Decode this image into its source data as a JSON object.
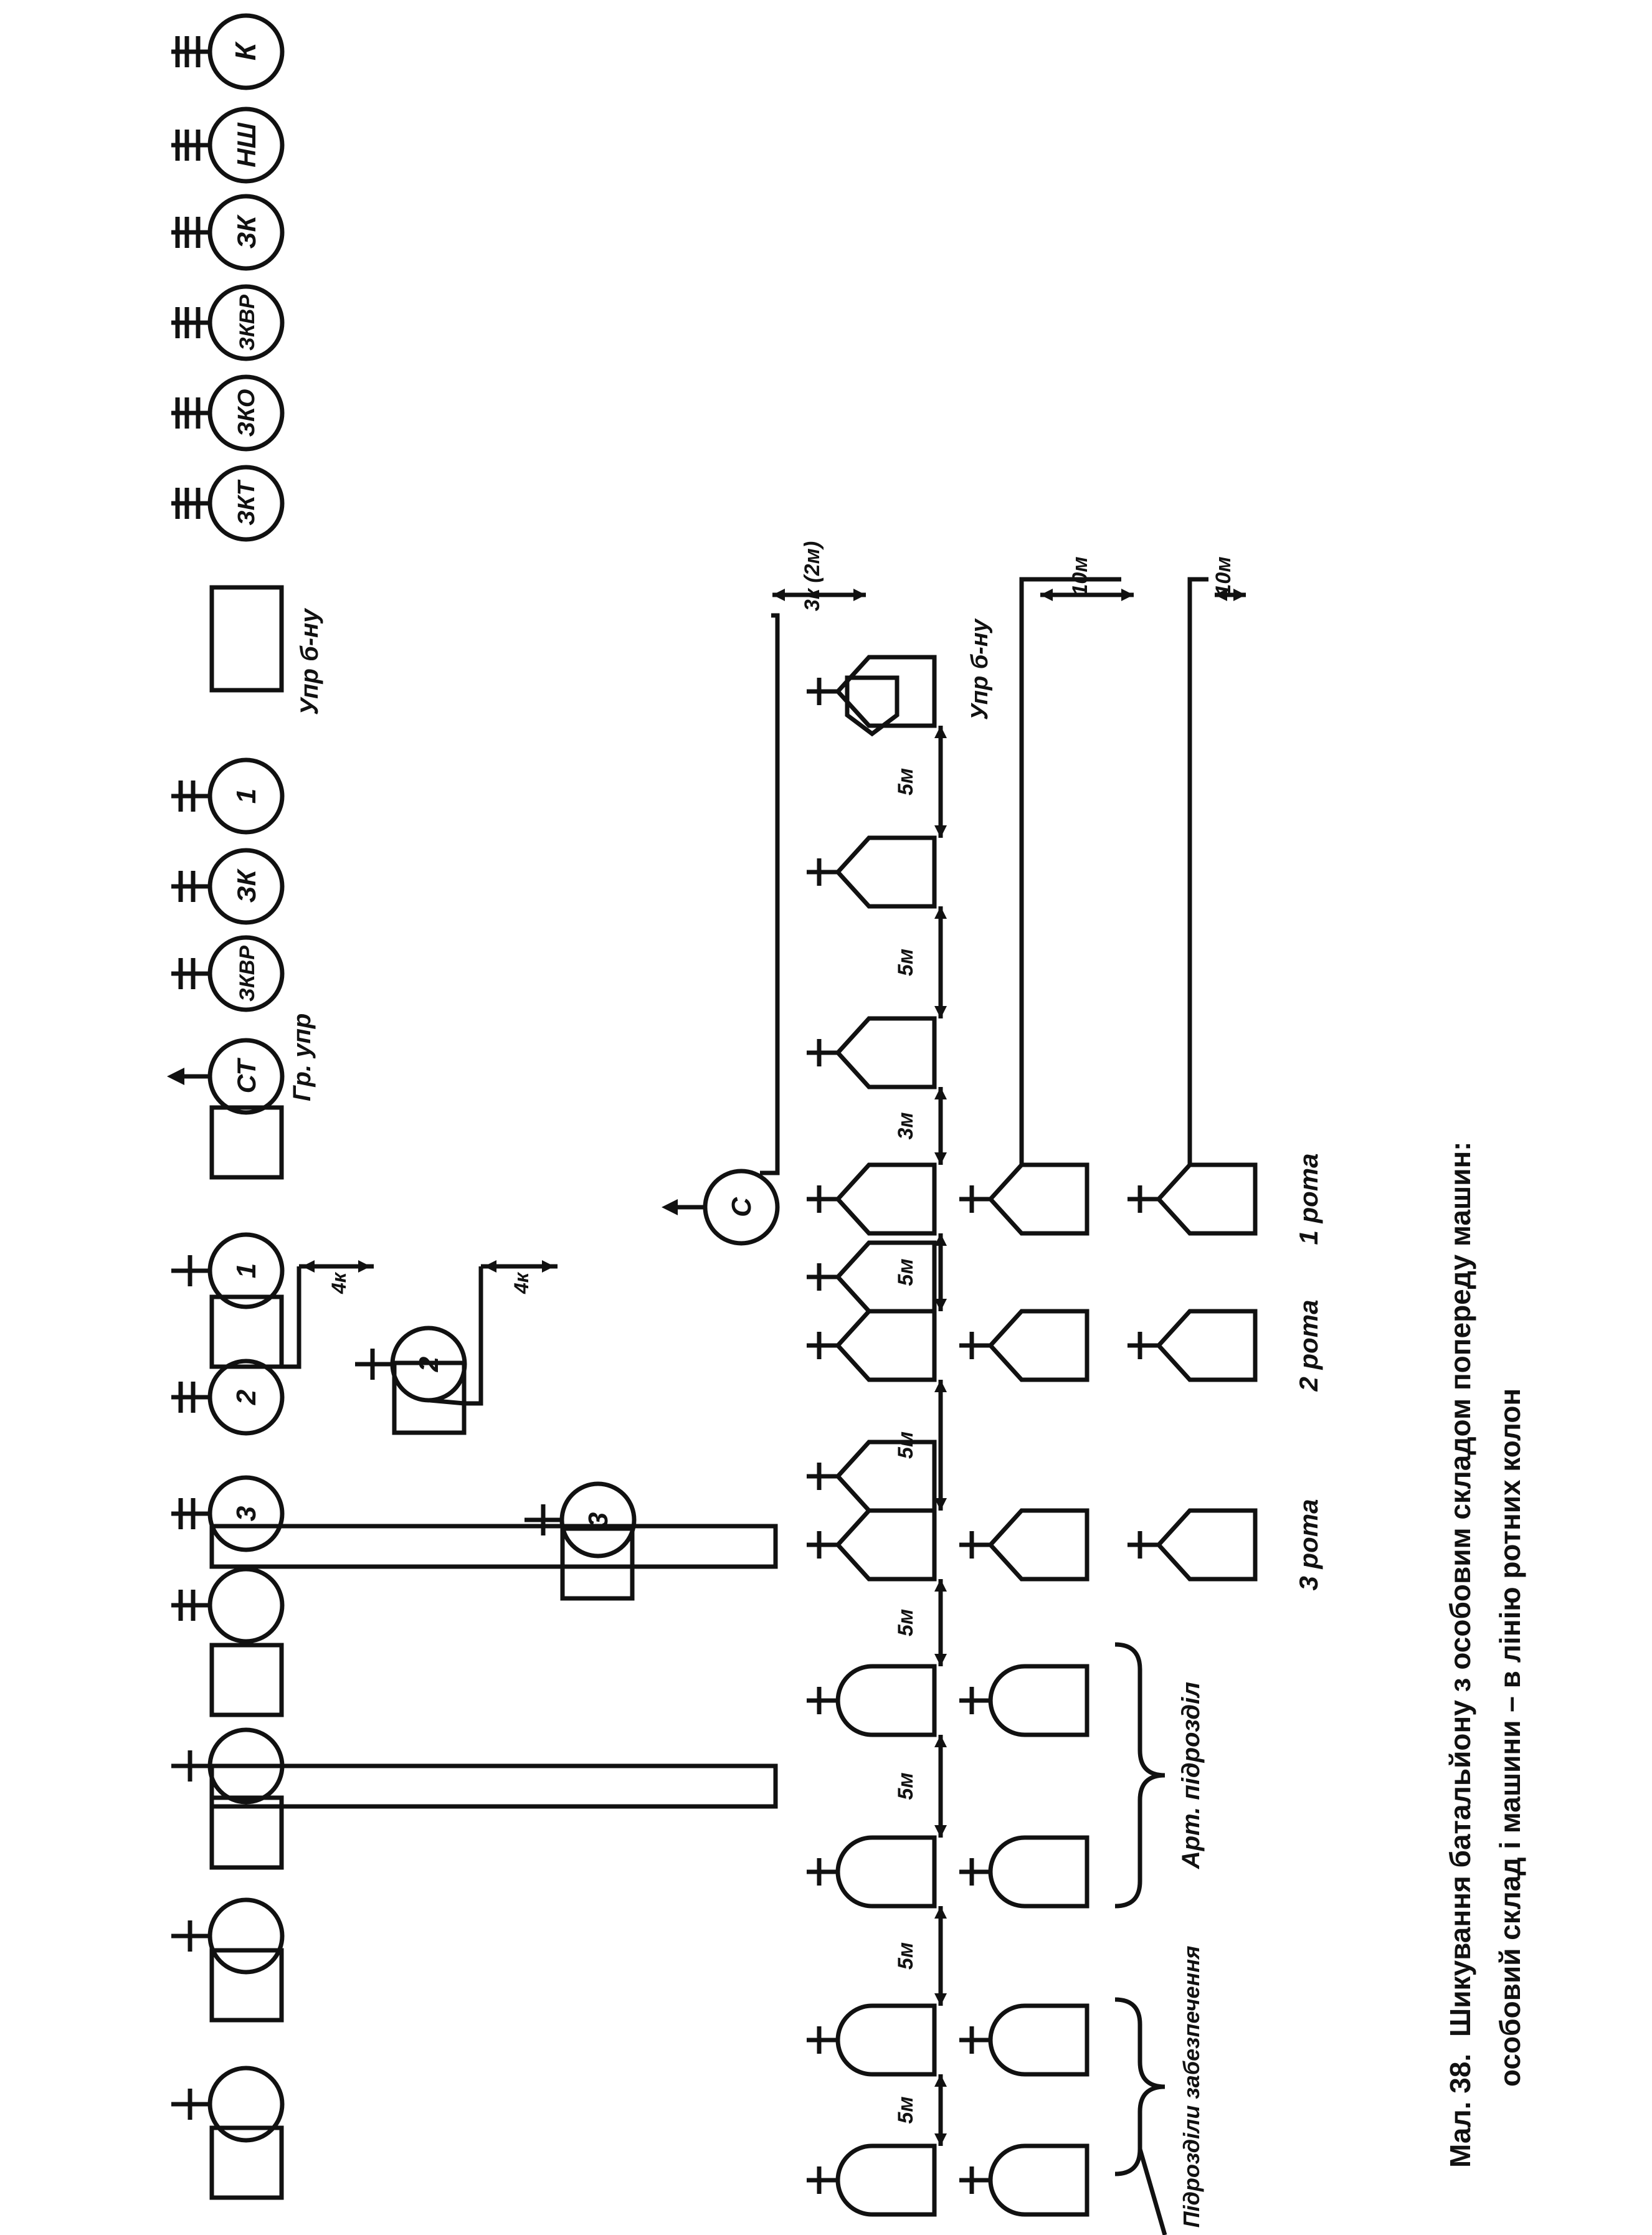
{
  "caption": {
    "title": "Мал. 38.",
    "line1": "Шикування батальйону з особовим складом попереду машин:",
    "line2": "особовий склад і машини – в лінію ротних колон"
  },
  "command_row": [
    "К",
    "НШ",
    "ЗК",
    "ЗКВР",
    "ЗКО",
    "ЗКТ"
  ],
  "command_box_label": "Упр б-ну",
  "group_row": [
    "1",
    "ЗК",
    "ЗКВР",
    "СТ"
  ],
  "group_label": "Гр. упр",
  "platoons": [
    "1",
    "2",
    "3"
  ],
  "special": "С",
  "top_companies": [
    "2",
    "3"
  ],
  "intervals": {
    "k4": "4к",
    "k3": "3к (2м)",
    "m5": "5м",
    "m3": "3м",
    "m10": "10м"
  },
  "vehicle_row_label": "Упр б-ну",
  "companies": [
    "1 рота",
    "2 рота",
    "3 рота"
  ],
  "support": {
    "art": "Арт. підрозділ",
    "supply": "Підрозділи забезпечення"
  }
}
